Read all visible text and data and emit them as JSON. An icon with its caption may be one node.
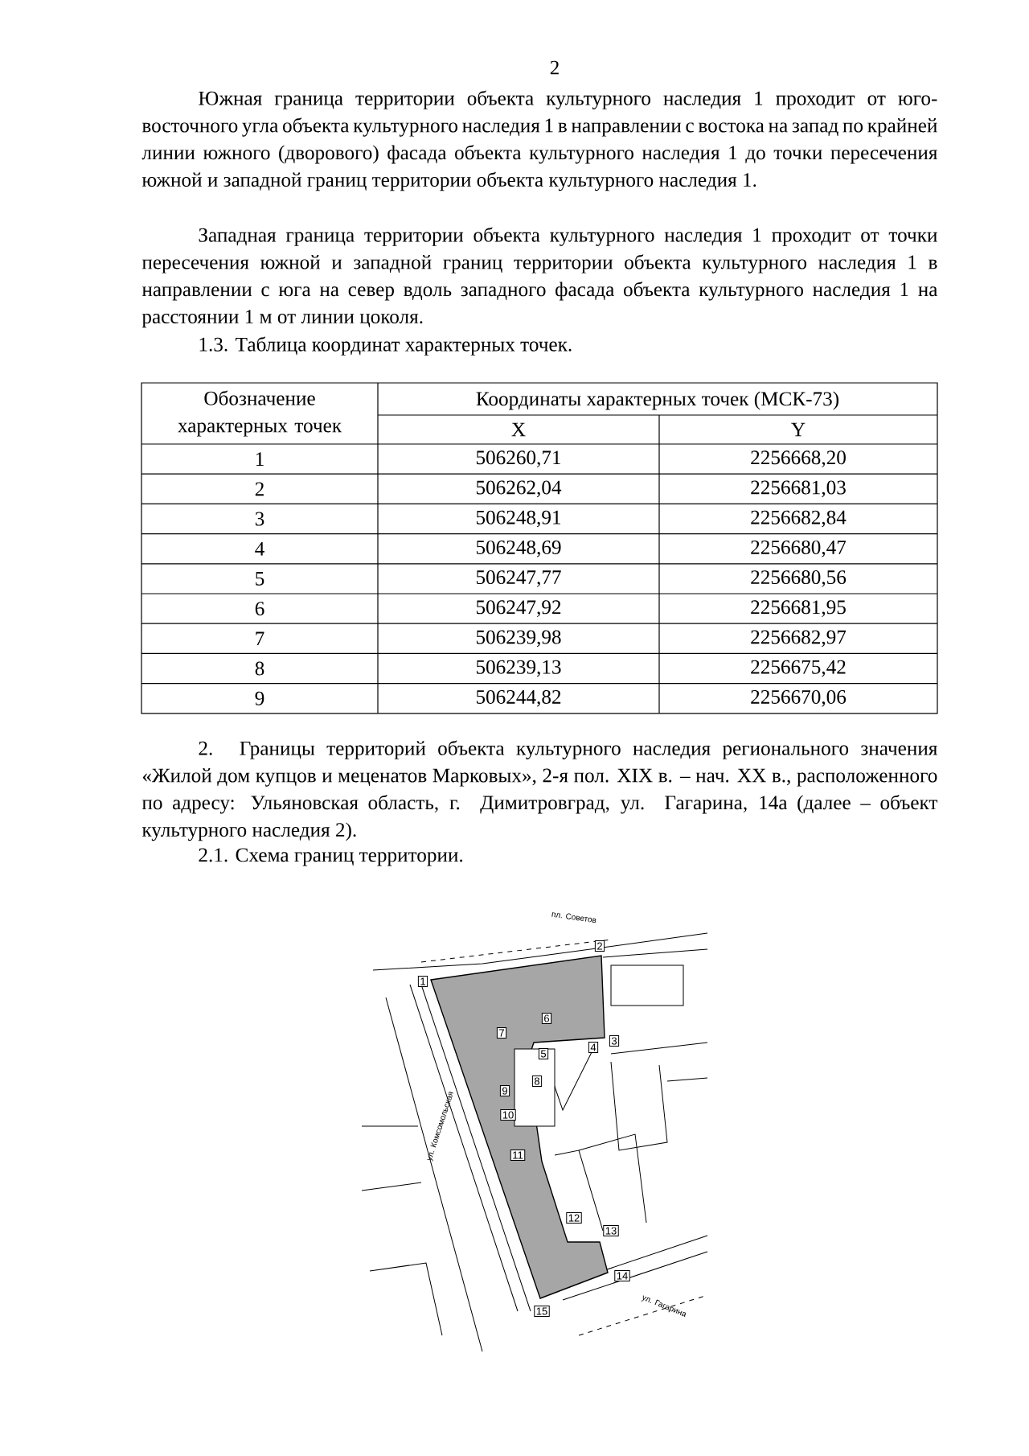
{
  "diagram": {
    "nodes": [
      {
        "text": [
          "1"
        ]
      },
      {
        "text": [
          "2"
        ]
      },
      {
        "text": [
          "3"
        ]
      },
      {
        "text": [
          "4"
        ]
      },
      {
        "text": [
          "5"
        ]
      },
      {
        "text": [
          "6"
        ]
      },
      {
        "text": [
          "7"
        ]
      },
      {
        "text": [
          "8"
        ]
      },
      {
        "text": [
          "9"
        ]
      },
      {
        "text": [
          "10"
        ]
      },
      {
        "text": [
          "11"
        ]
      },
      {
        "text": [
          "12"
        ]
      },
      {
        "text": [
          "13"
        ]
      },
      {
        "text": [
          "14"
        ]
      },
      {
        "text": [
          "15"
        ]
      }
    ],
    "labels": [
      "2",
      "Южная граница территории объекта культурного наследия 1 проходит от юго-восточного угла объекта культурного наследия 1 в направлении с востока на запад по крайней линии южного (дворового) фасада объекта культурного наследия 1 до точки пересечения южной и западной границ территории объекта культурного наследия 1.",
      "Западная граница территории объекта культурного наследия 1 проходит от точки пересечения южной и западной границ территории объекта культурного наследия 1 в направлении с юга на север вдоль западного фасада объекта культурного наследия 1 на расстоянии 1 м от линии цоколя.",
      "1.3. Таблица координат характерных точек.",
      "Обозначение характерных точек",
      "Координаты характерных точек (МСК-73)",
      "X",
      "Y",
      "1",
      "506260,71",
      "2256668,20",
      "2",
      "506262,04",
      "2256681,03",
      "3",
      "506248,91",
      "2256682,84",
      "4",
      "506248,69",
      "2256680,47",
      "5",
      "506247,77",
      "2256680,56",
      "6",
      "506247,92",
      "2256681,95",
      "7",
      "506239,98",
      "2256682,97",
      "8",
      "506239,13",
      "2256675,42",
      "9",
      "506244,82",
      "2256670,06",
      "2. Границы территорий объекта культурного наследия регионального значения «Жилой дом купцов и меценатов Марковых», 2-я пол. XIX в. – нач. XX в., расположенного по адресу: Ульяновская область, г. Димитровград, ул. Гагарина, 14а (далее – объект культурного наследия 2).",
      "2.1. Схема границ территории.",
      "пл. Советов",
      "ул. Комсомольская",
      "ул. Гагарина"
    ]
  }
}
